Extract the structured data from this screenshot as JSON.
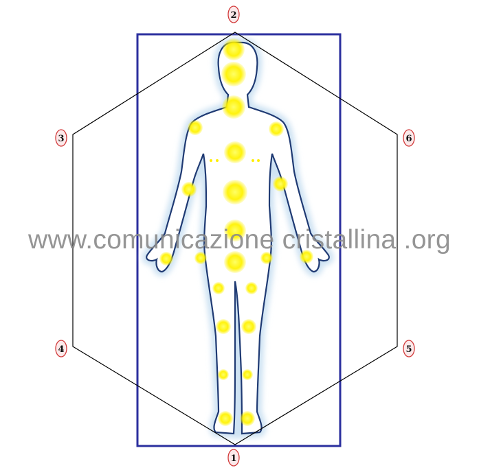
{
  "vertex_labels": [
    "1",
    "2",
    "3",
    "4",
    "5",
    "6"
  ],
  "watermark": "www.comunicazione cristallina .org",
  "colors": {
    "frame": "#2b2f9e",
    "hexagon": "#000000",
    "figure_outline": "#1f3a73",
    "figure_glow": "#cfe3f3",
    "point": "#ffee00",
    "label_circle": "#d23a3a",
    "label_fill": "#fbe9ea"
  },
  "icons": {
    "figure": "human-body-icon",
    "point": "energy-point-icon"
  }
}
